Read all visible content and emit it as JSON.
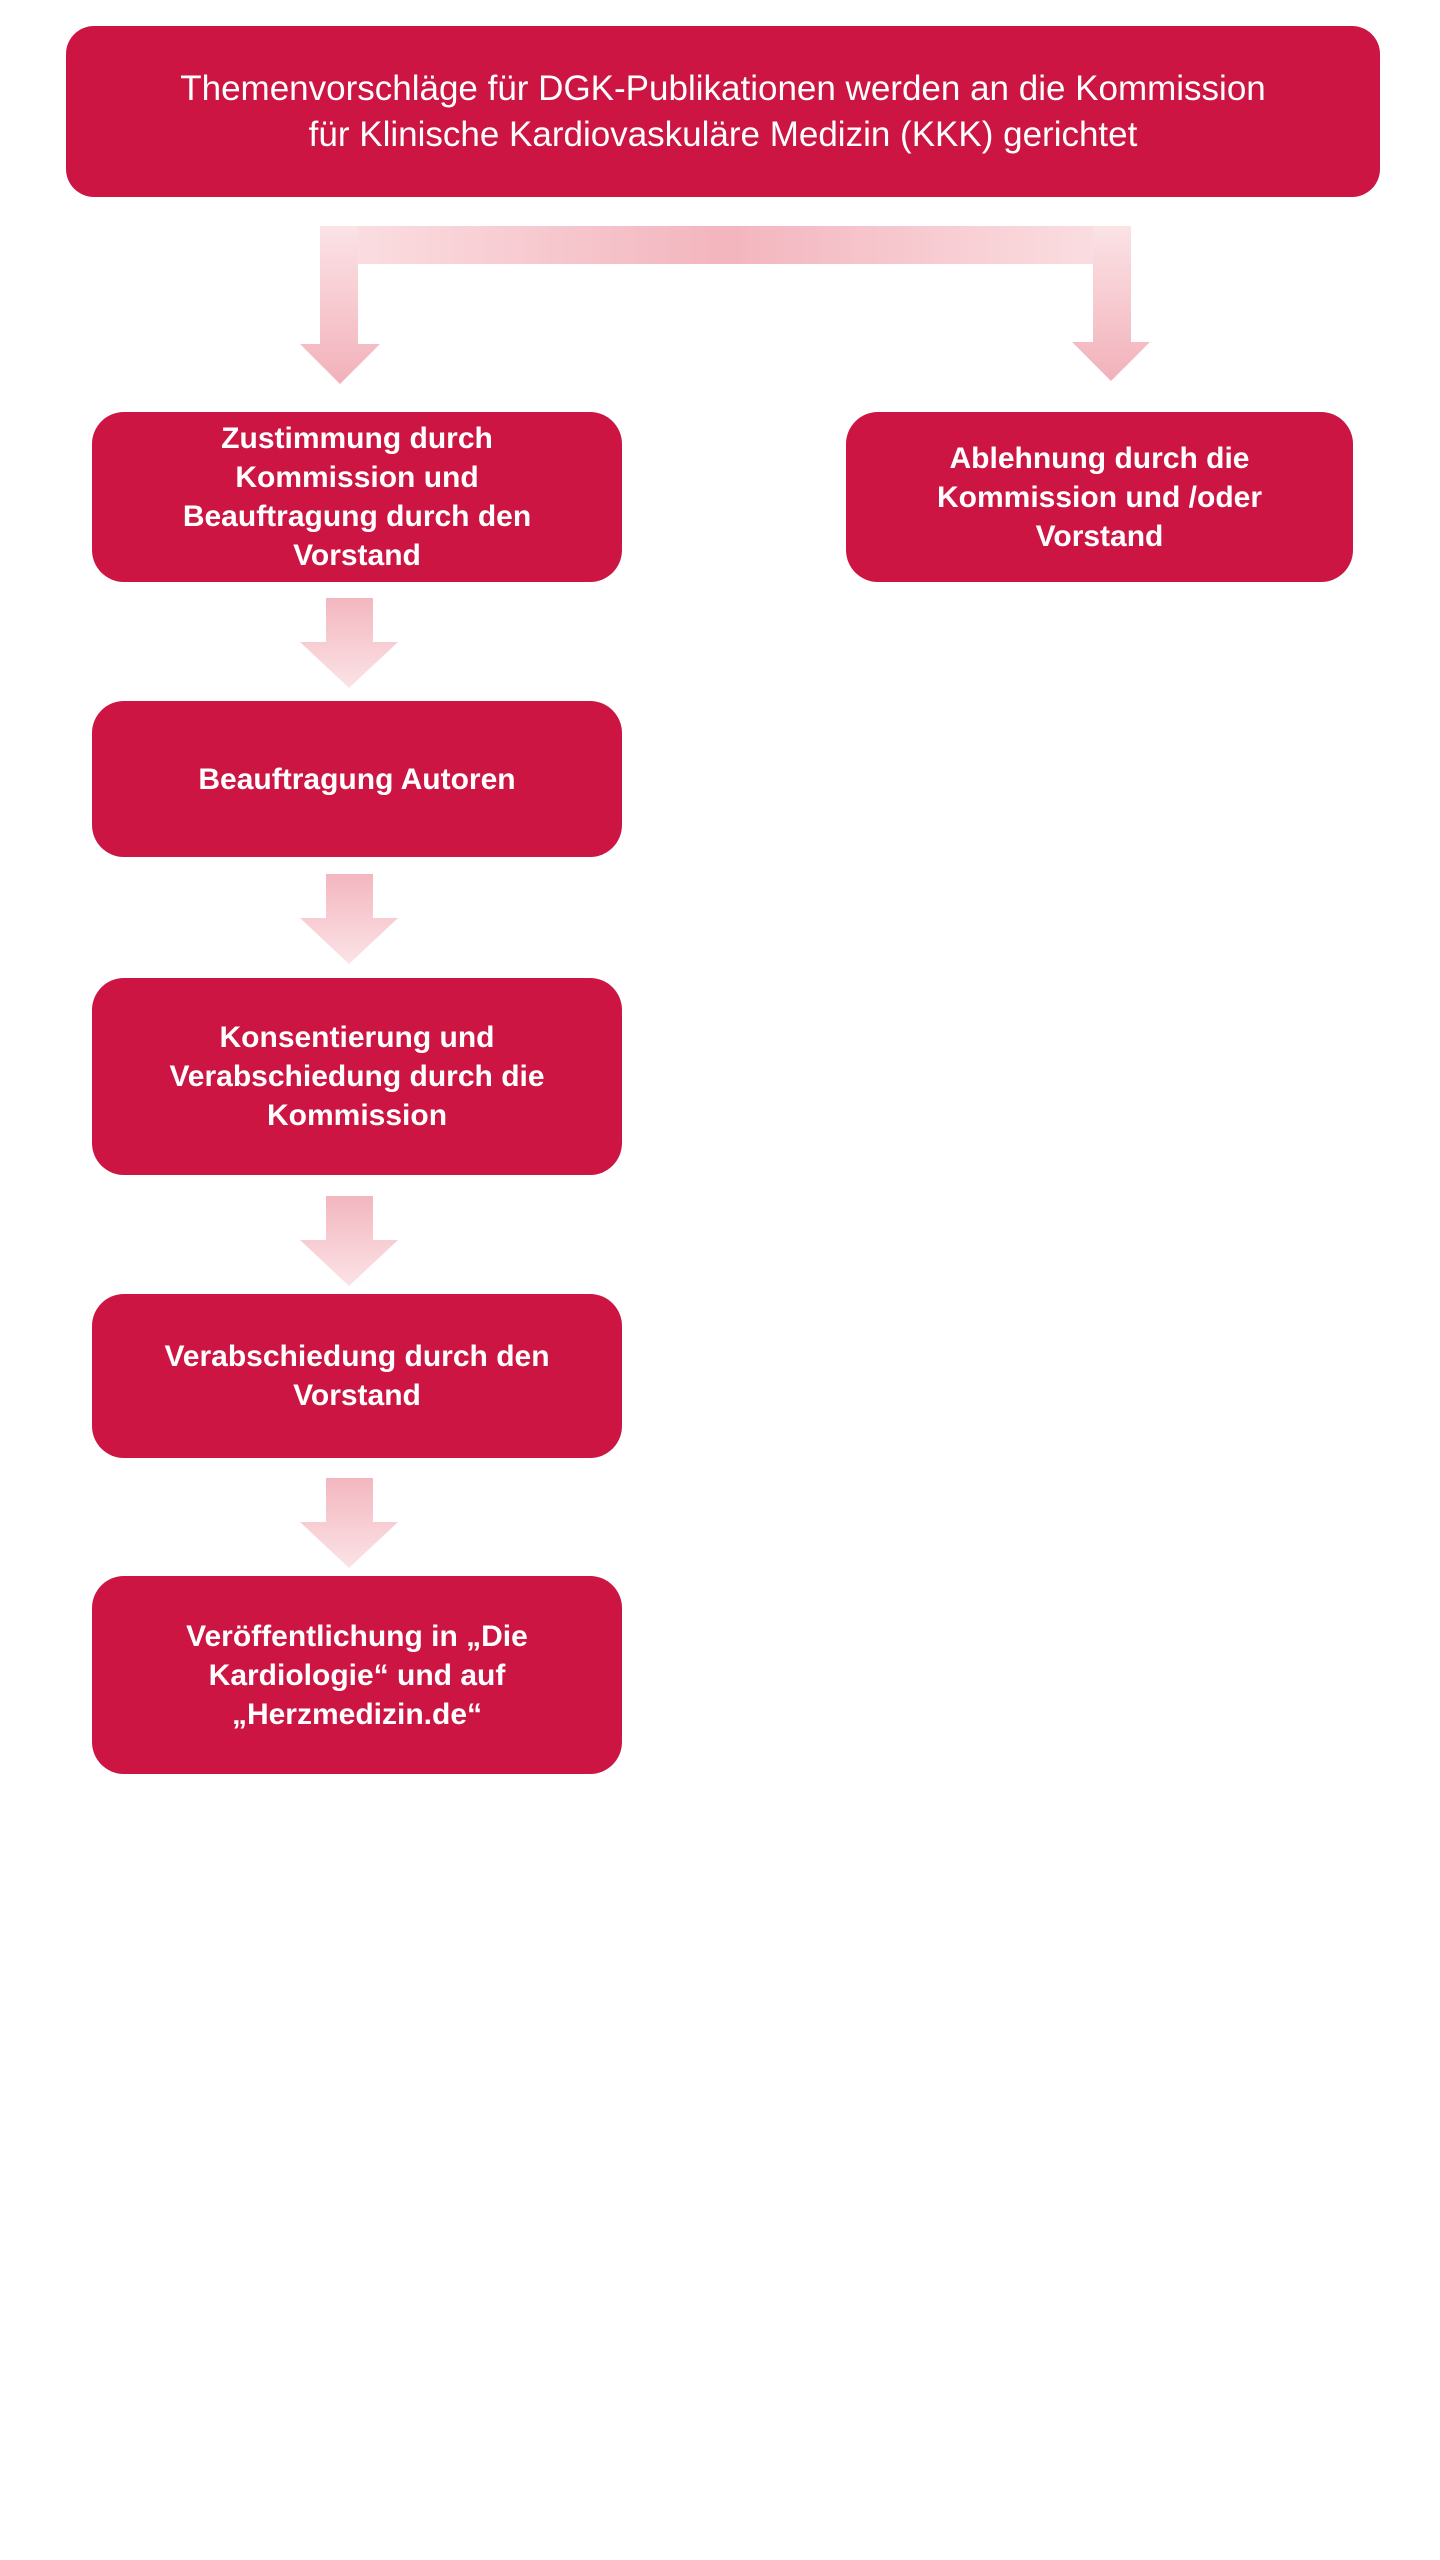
{
  "header": {
    "text": "Themenvorschläge für DGK-Publikationen werden an die Kommission\nfür Klinische Kardiovaskuläre Medizin (KKK) gerichtet"
  },
  "steps": [
    {
      "id": "approval",
      "text": "Zustimmung durch\nKommission und\nBeauftragung durch den\nVorstand"
    },
    {
      "id": "rejection",
      "text": "Ablehnung durch die\nKommission und /oder\nVorstand"
    },
    {
      "id": "authors",
      "text": "Beauftragung Autoren"
    },
    {
      "id": "consent",
      "text": "Konsentierung und\nVerabschiedung durch die\nKommission"
    },
    {
      "id": "board",
      "text": "Verabschiedung durch den\nVorstand"
    },
    {
      "id": "publication",
      "text": "Veröffentlichung in „Die\nKardiologie“ und auf\n„Herzmedizin.de“"
    }
  ],
  "colors": {
    "box_fill": "#cc1543",
    "box_text": "#ffffff",
    "arrow_dark": "#f3b6bf",
    "arrow_light": "#fbe3e6"
  }
}
